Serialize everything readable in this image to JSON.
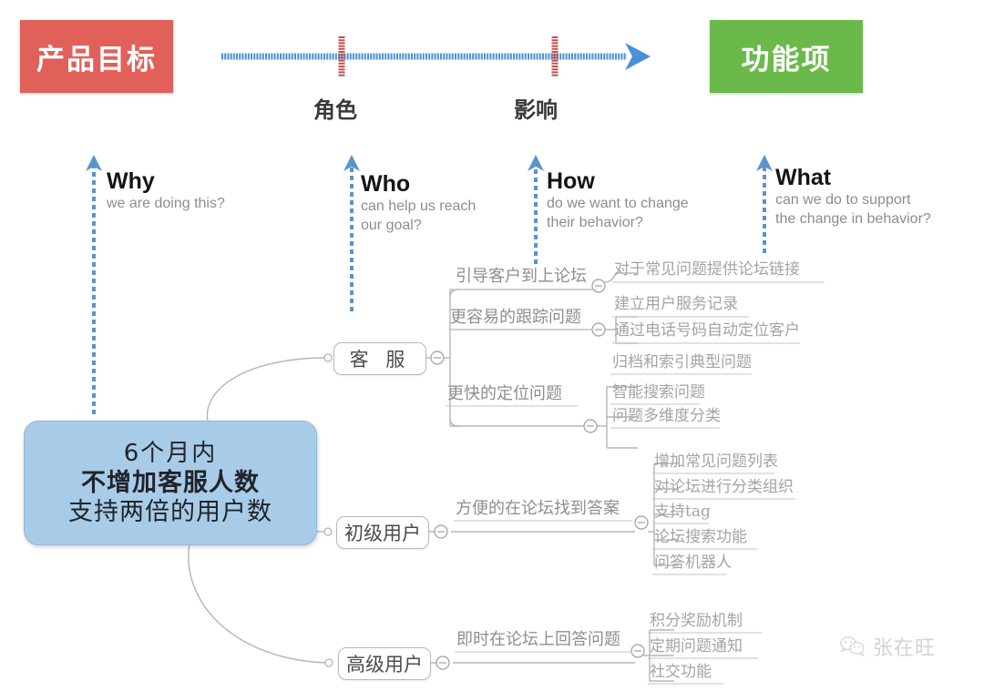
{
  "header": {
    "left_tag": "产品目标",
    "right_tag": "功能项",
    "left_tag_color": "#e2605a",
    "right_tag_color": "#6cb94b",
    "spectrum_arrow_color": "#4a90d9",
    "spectrum_tick_color": "#c0504d",
    "spectrum_labels": [
      {
        "name": "role",
        "text": "角色"
      },
      {
        "name": "impact",
        "text": "影响"
      }
    ]
  },
  "questions": [
    {
      "key": "why",
      "title": "Why",
      "subtitle": "we are doing this?"
    },
    {
      "key": "who",
      "title": "Who",
      "subtitle": "can help us reach\nour goal?"
    },
    {
      "key": "how",
      "title": "How",
      "subtitle": "do we want to change\ntheir behavior?"
    },
    {
      "key": "what",
      "title": "What",
      "subtitle": "can we do to support\nthe change in behavior?"
    }
  ],
  "goal": {
    "line1": "6个月内",
    "line2": "不增加客服人数",
    "line3": "支持两倍的用户数",
    "fill": "#a8cce8"
  },
  "branches": [
    {
      "key": "customer-service",
      "label": "客 服",
      "children": [
        {
          "label": "引导客户到上论坛",
          "leaves": [
            "对于常见问题提供论坛链接"
          ]
        },
        {
          "label": "更容易的跟踪问题",
          "leaves": [
            "建立用户服务记录",
            "通过电话号码自动定位客户"
          ]
        },
        {
          "label": "更快的定位问题",
          "leaves": [
            "归档和索引典型问题",
            "智能搜索问题",
            "问题多维度分类"
          ]
        }
      ]
    },
    {
      "key": "basic-user",
      "label": "初级用户",
      "children": [
        {
          "label": "方便的在论坛找到答案",
          "leaves": [
            "增加常见问题列表",
            "对论坛进行分类组织",
            "支持tag",
            "论坛搜索功能",
            "问答机器人"
          ]
        }
      ]
    },
    {
      "key": "advanced-user",
      "label": "高级用户",
      "children": [
        {
          "label": "即时在论坛上回答问题",
          "leaves": [
            "积分奖励机制",
            "定期问题通知",
            "社交功能"
          ]
        }
      ]
    }
  ],
  "watermark": {
    "icon": "wechat-icon",
    "text": "张在旺"
  }
}
